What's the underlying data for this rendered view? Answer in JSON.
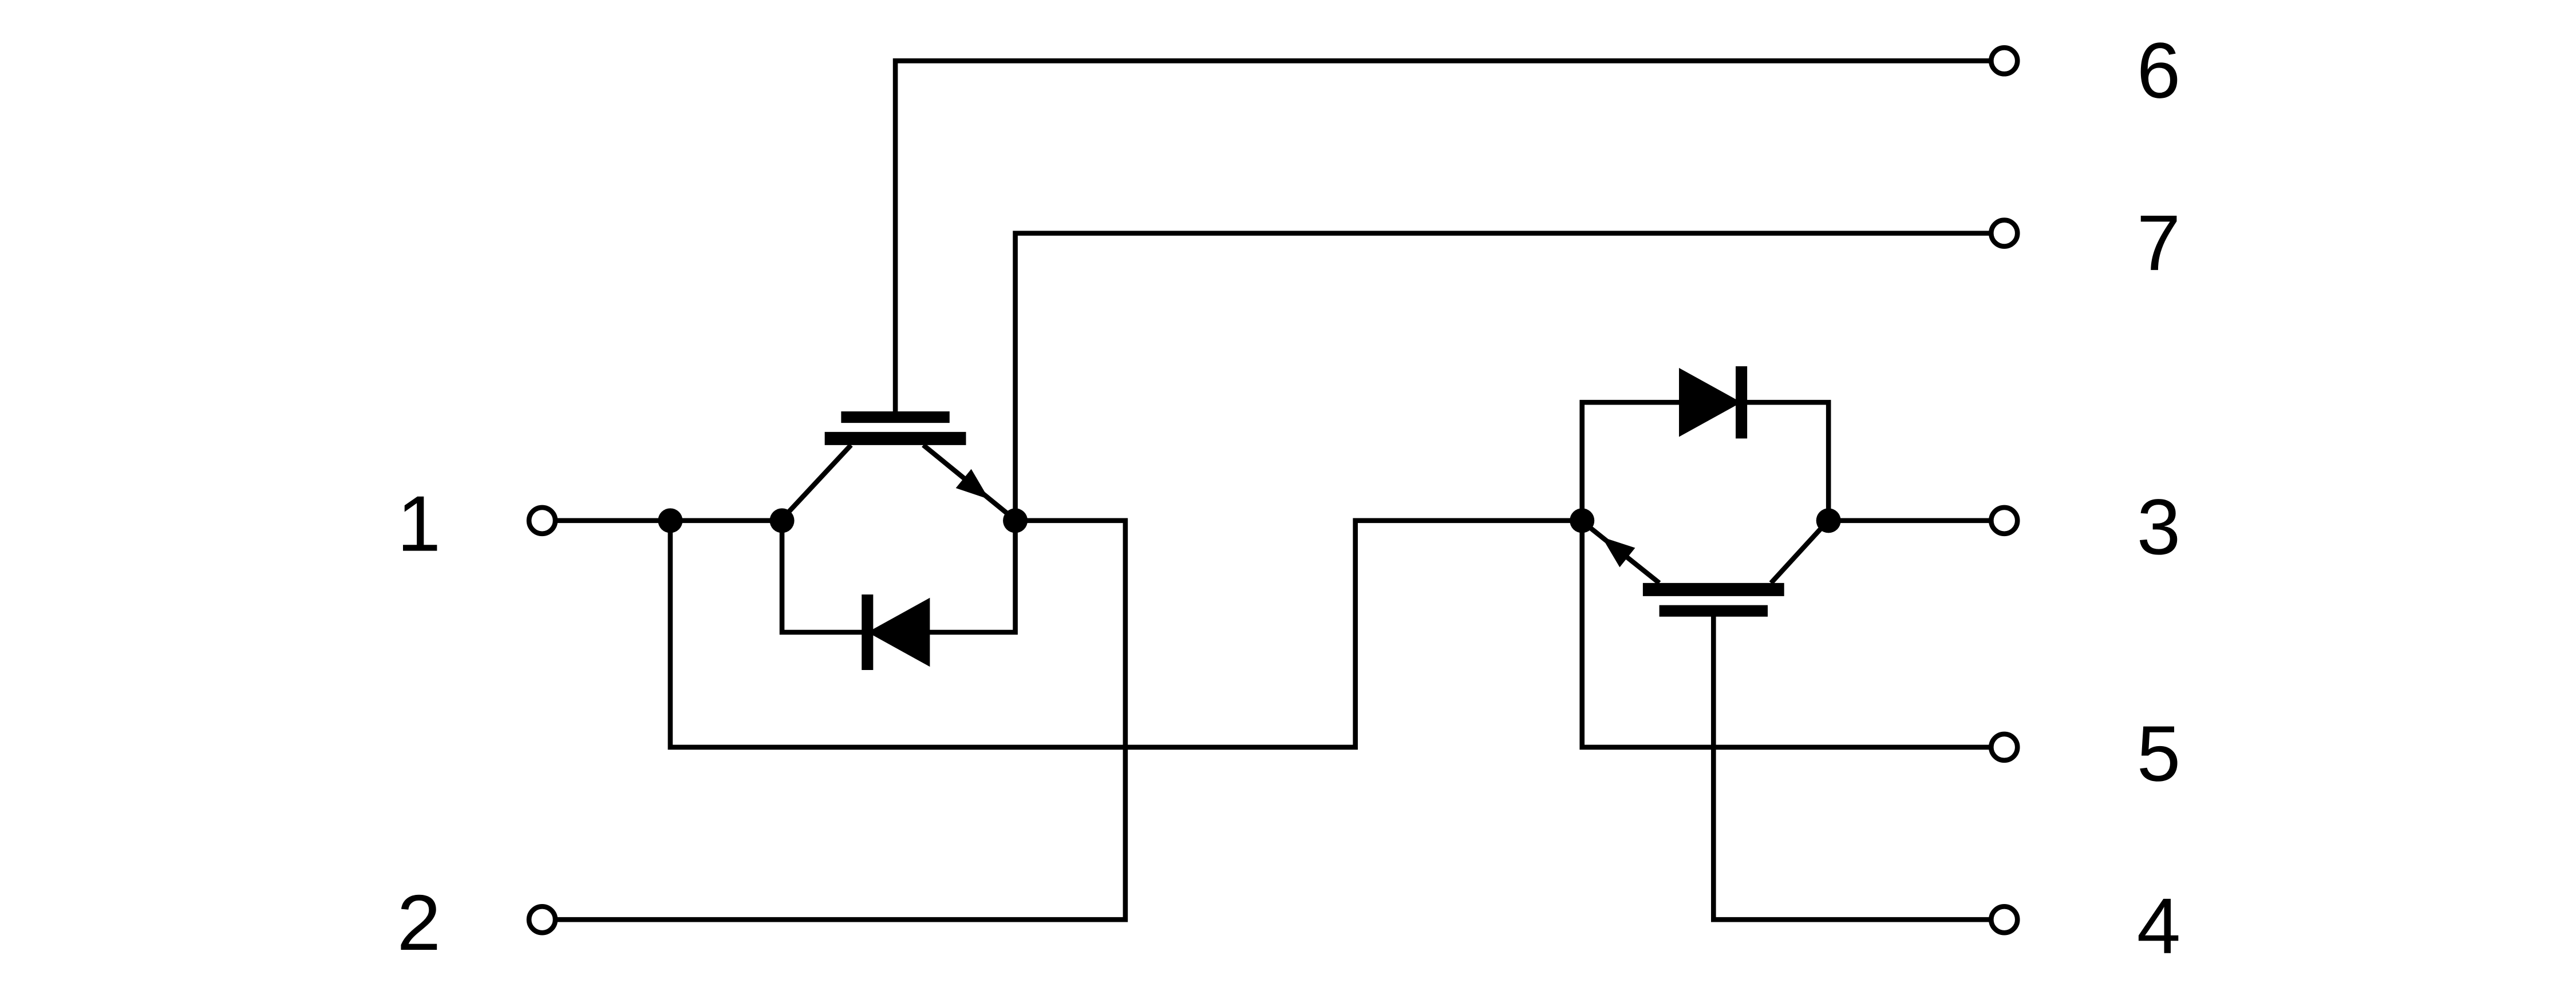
{
  "diagram": {
    "kind": "circuit-schematic",
    "background_color": "#ffffff",
    "line_color": "#000000",
    "pins": [
      {
        "label": "1",
        "side": "left"
      },
      {
        "label": "2",
        "side": "left"
      },
      {
        "label": "6",
        "side": "right"
      },
      {
        "label": "7",
        "side": "right"
      },
      {
        "label": "3",
        "side": "right"
      },
      {
        "label": "5",
        "side": "right"
      },
      {
        "label": "4",
        "side": "right"
      }
    ],
    "components": [
      {
        "name": "igbt-left",
        "kind": "igbt",
        "gate_pin": "6",
        "aux_pin": "7",
        "orientation": "gate-top"
      },
      {
        "name": "diode-left",
        "kind": "anti-parallel-diode",
        "direction": "left"
      },
      {
        "name": "igbt-right",
        "kind": "igbt",
        "gate_pin": "4",
        "aux_pin": "5",
        "orientation": "gate-bottom"
      },
      {
        "name": "diode-right",
        "kind": "anti-parallel-diode",
        "direction": "right"
      }
    ]
  }
}
